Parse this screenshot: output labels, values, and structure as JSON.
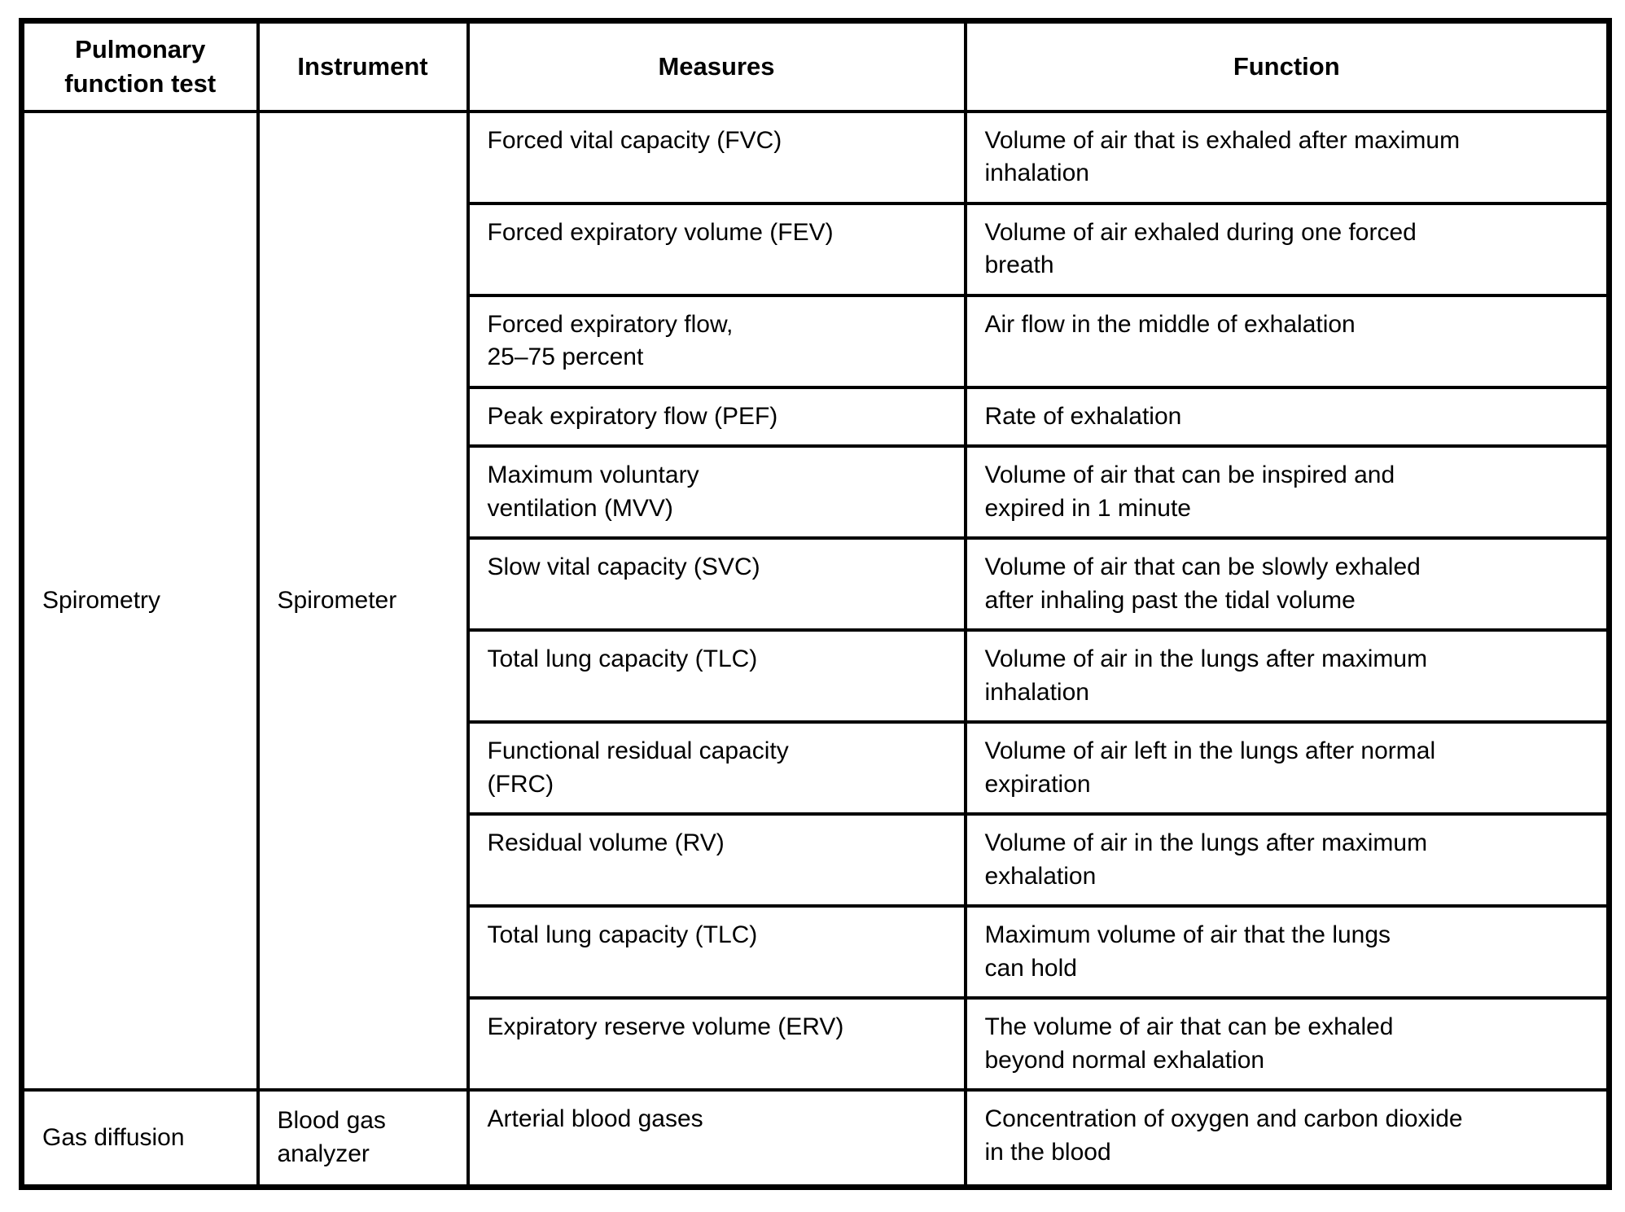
{
  "table": {
    "headers": [
      "Pulmonary\nfunction test",
      "Instrument",
      "Measures",
      "Function"
    ],
    "groups": [
      {
        "test": "Spirometry",
        "instrument": "Spirometer",
        "rows": [
          {
            "measure": "Forced vital capacity (FVC)",
            "function": "Volume of air that is exhaled after maximum\ninhalation"
          },
          {
            "measure": "Forced expiratory volume (FEV)",
            "function": "Volume of air exhaled during one forced\nbreath"
          },
          {
            "measure": "Forced expiratory flow,\n25–75 percent",
            "function": "Air flow in the middle of exhalation"
          },
          {
            "measure": "Peak expiratory flow (PEF)",
            "function": "Rate of exhalation"
          },
          {
            "measure": "Maximum voluntary\nventilation (MVV)",
            "function": "Volume of air that can be inspired and\nexpired in 1 minute"
          },
          {
            "measure": "Slow vital capacity (SVC)",
            "function": "Volume of air that can be slowly exhaled\nafter inhaling past the tidal volume"
          },
          {
            "measure": "Total lung capacity (TLC)",
            "function": "Volume of air in the lungs after maximum\ninhalation"
          },
          {
            "measure": "Functional residual capacity\n(FRC)",
            "function": "Volume of air left in the lungs after normal\nexpiration"
          },
          {
            "measure": "Residual volume (RV)",
            "function": "Volume of air in the lungs after maximum\nexhalation"
          },
          {
            "measure": "Total lung capacity (TLC)",
            "function": "Maximum volume of air that the lungs\ncan hold"
          },
          {
            "measure": "Expiratory reserve volume (ERV)",
            "function": "The volume of air that can be exhaled\nbeyond normal exhalation"
          }
        ]
      },
      {
        "test": "Gas diffusion",
        "instrument": "Blood gas\nanalyzer",
        "rows": [
          {
            "measure": "Arterial blood gases",
            "function": "Concentration of oxygen and carbon dioxide\nin the blood"
          }
        ]
      }
    ],
    "colors": {
      "border": "#000000",
      "text": "#000000",
      "background": "#ffffff"
    }
  }
}
